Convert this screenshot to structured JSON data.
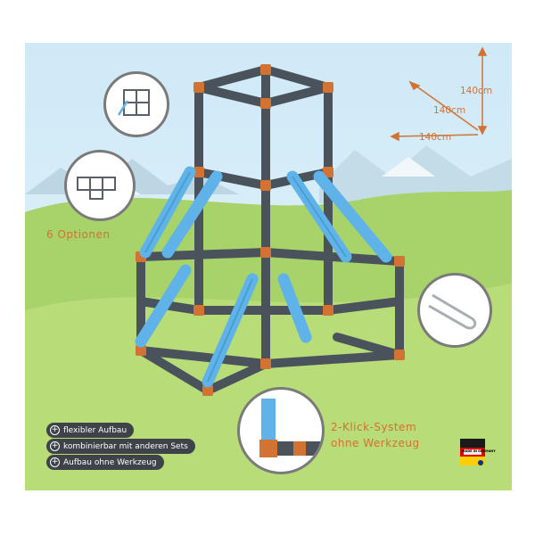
{
  "dimensions": {
    "height": "140cm",
    "depth": "140cm",
    "width": "140cm"
  },
  "options_label": "6 Optionen",
  "system_label": {
    "line1": "2-Klick-System",
    "line2": "ohne Werkzeug"
  },
  "features": [
    {
      "icon": "plus-circle-icon",
      "text": "flexibler Aufbau"
    },
    {
      "icon": "plus-circle-icon",
      "text": "kombinierbar mit anderen Sets"
    },
    {
      "icon": "plus-circle-icon",
      "text": "Aufbau ohne Werkzeug"
    }
  ],
  "badge": {
    "text": "MADE IN GERMANY",
    "icon": "german-flag-icon"
  },
  "colors": {
    "accent": "#d27233",
    "frame": "#4a535c",
    "slide": "#5fb3e8",
    "grass": "#a8d26a",
    "sky": "#d8eef8"
  }
}
